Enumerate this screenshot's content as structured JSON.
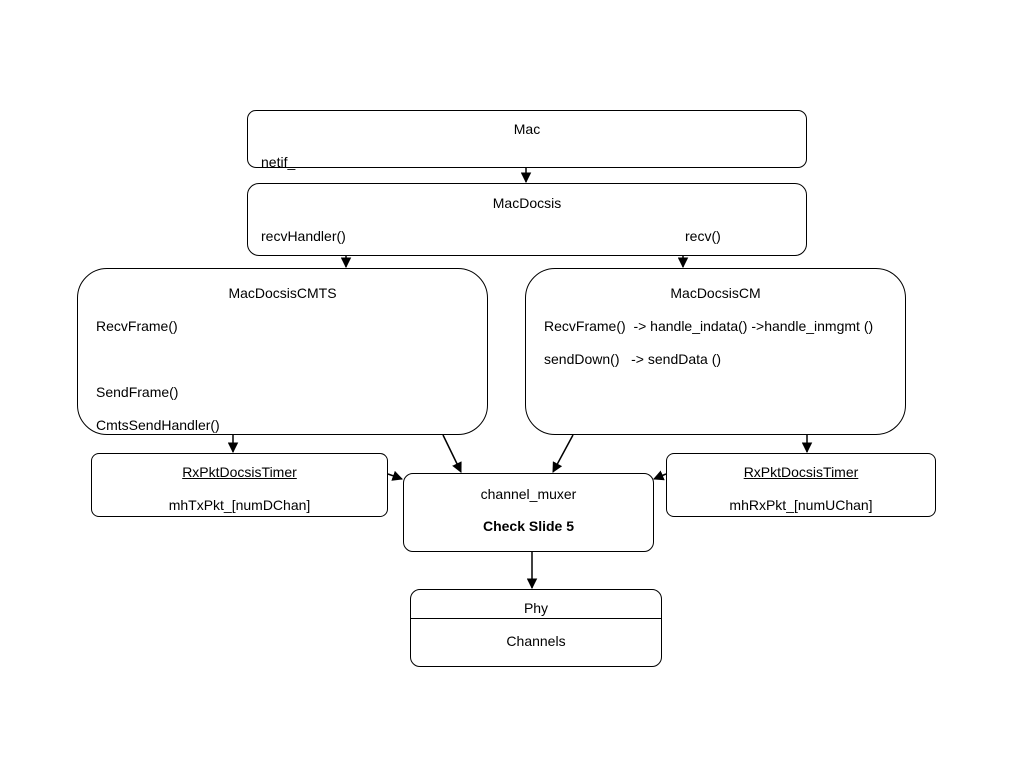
{
  "mac": {
    "title": "Mac",
    "member": "netif_"
  },
  "macdocsis": {
    "title": "MacDocsis",
    "left": "recvHandler()",
    "right": "recv()"
  },
  "cmts": {
    "title": "MacDocsisCMTS",
    "line1": "RecvFrame()",
    "line2": "SendFrame()",
    "line3": "CmtsSendHandler()"
  },
  "cm": {
    "title": "MacDocsisCM",
    "line1": "RecvFrame()  -> handle_indata() ->handle_inmgmt ()",
    "line2": "sendDown()   -> sendData ()"
  },
  "timer_left": {
    "title": "RxPktDocsisTimer",
    "member": "mhTxPkt_[numDChan]"
  },
  "timer_right": {
    "title": "RxPktDocsisTimer",
    "member": "mhRxPkt_[numUChan]"
  },
  "muxer": {
    "title": "channel_muxer",
    "note": "Check Slide 5"
  },
  "phy": {
    "title": "Phy",
    "member": "Channels"
  }
}
